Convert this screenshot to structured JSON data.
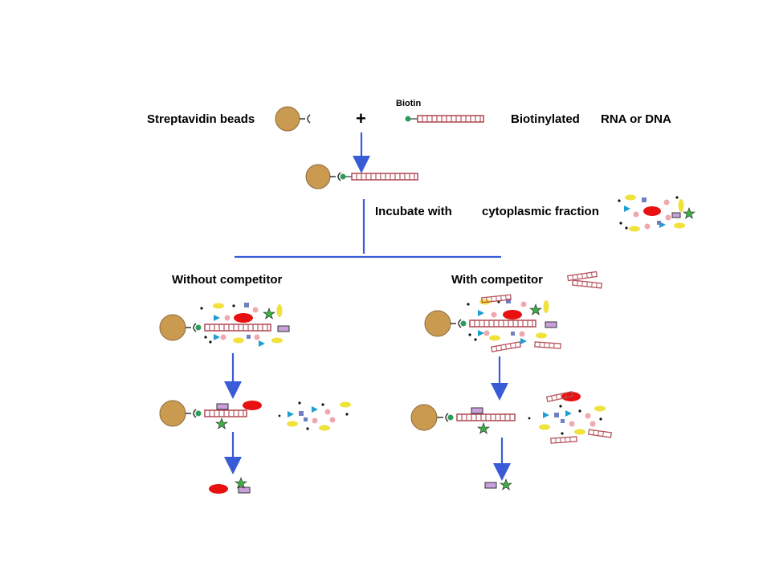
{
  "labels": {
    "streptavidin_beads": "Streptavidin beads",
    "plus": "+",
    "biotin": "Biotin",
    "biotinylated": "Biotinylated",
    "rna_or_dna": "RNA or DNA",
    "incubate_with": "Incubate with",
    "cytoplasmic_fraction": "cytoplasmic fraction",
    "without_competitor": "Without competitor",
    "with_competitor": "With competitor"
  },
  "colors": {
    "bead": "#c99a50",
    "bead_edge": "#8a6a3a",
    "rna": "#b5525a",
    "biotin": "#2e9c5a",
    "arrow": "#3a5bd6",
    "line": "#3a5bd6",
    "protein_red": "#e81010",
    "protein_yellow": "#f0e23a",
    "protein_pink": "#f0a8b0",
    "protein_blue": "#1e9fd0",
    "protein_slate": "#6f7fc0",
    "protein_purple": "#c9a0dc",
    "star": "#3cb043",
    "dot": "#111111"
  }
}
